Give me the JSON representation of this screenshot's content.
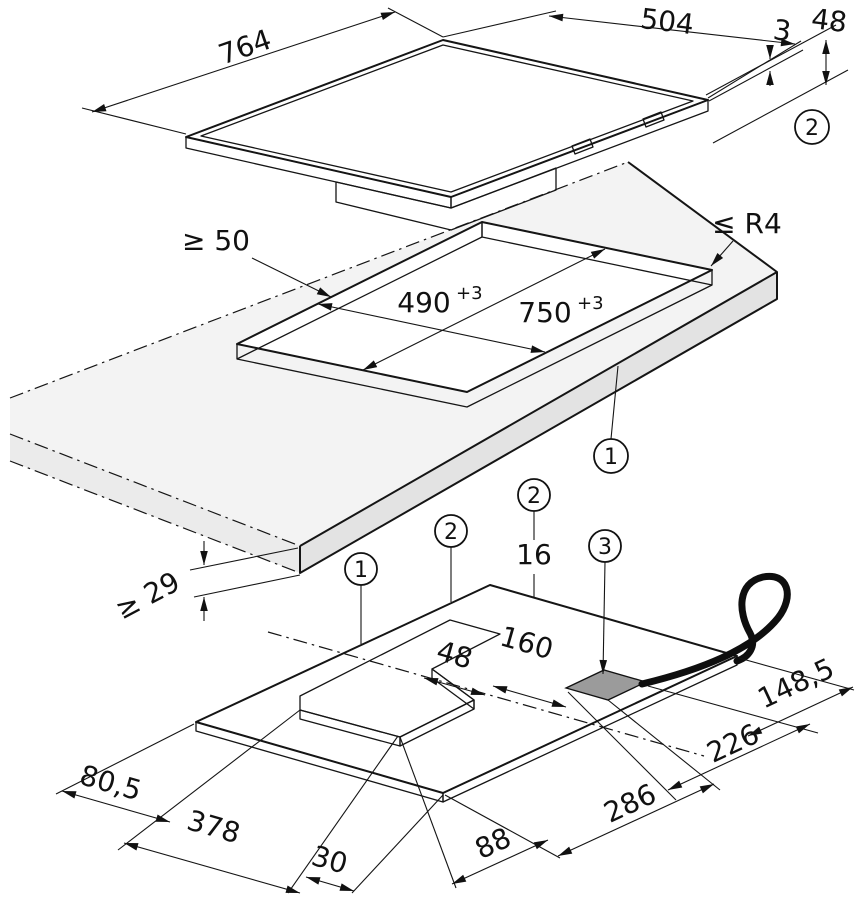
{
  "figure": {
    "kind": "hob-installation-diagram",
    "labels": {
      "hob_width": "764",
      "hob_depth": "504",
      "glass_thickness": "3",
      "build_in_height": "48",
      "note_1": "1",
      "note_2": "2",
      "note_3": "3",
      "min_wall_clearance": "≥ 50",
      "max_corner_radius": "≤ R4",
      "cutout_depth": "490",
      "cutout_width": "750",
      "tolerance": "+3",
      "min_worktop_thickness": "≥ 29",
      "step_height": "16",
      "dist_48": "48",
      "dist_160": "160",
      "dist_148_5": "148,5",
      "dist_226": "226",
      "dist_286": "286",
      "dist_88": "88",
      "dist_80_5": "80,5",
      "dist_378": "378",
      "dist_30": "30"
    },
    "colors": {
      "line": "#151515",
      "worktop_fill": "#f3f3f3",
      "glass_dark": "#0b0b0b",
      "junction_box": "#9b9b9b"
    }
  }
}
